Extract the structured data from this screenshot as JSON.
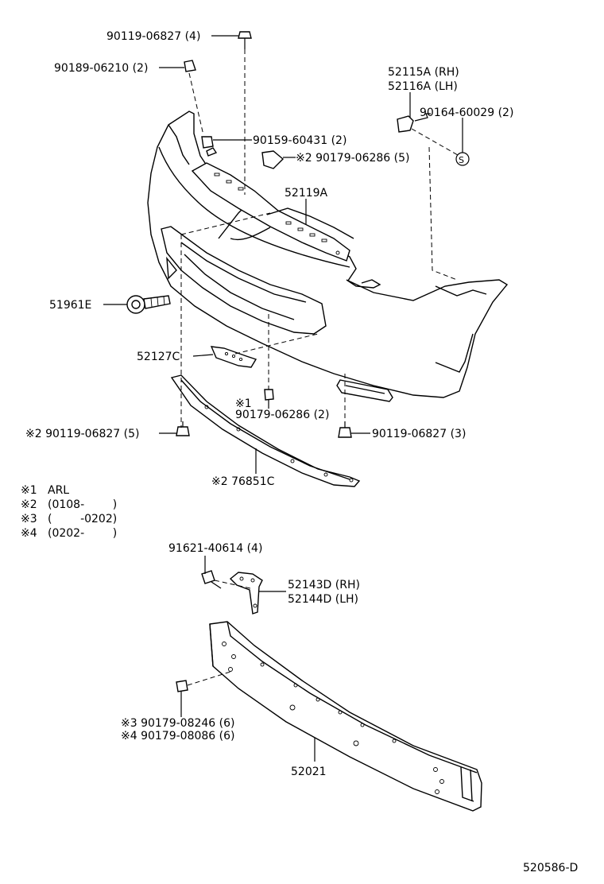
{
  "diagram_code": "520586-D",
  "labels": {
    "bolt_top": "90119-06827 (4)",
    "clip_top": "90189-06210 (2)",
    "bracket_rh": "52115A (RH)",
    "bracket_lh": "52116A (LH)",
    "screw_bracket": "90164-60029 (2)",
    "nut_upper": "90159-60431 (2)",
    "clip_upper": "※2 90179-06286 (5)",
    "bumper_cover": "52119A",
    "tow_hook": "51961E",
    "bracket_center": "52127C",
    "clip_lower_note": "※1",
    "clip_lower": "90179-06286 (2)",
    "bolt_left": "※2  90119-06827 (5)",
    "bolt_right": "90119-06827 (3)",
    "spoiler": "※2 76851C",
    "bolt_arm": "91621-40614 (4)",
    "arm_rh": "52143D (RH)",
    "arm_lh": "52144D (LH)",
    "nut_lower_3": "※3 90179-08246 (6)",
    "nut_lower_4": "※4 90179-08086 (6)",
    "reinforcement": "52021"
  },
  "notes": [
    {
      "mark": "※1",
      "text": "ARL"
    },
    {
      "mark": "※2",
      "text": "(0108-        )"
    },
    {
      "mark": "※3",
      "text": "(        -0202)"
    },
    {
      "mark": "※4",
      "text": "(0202-        )"
    }
  ]
}
